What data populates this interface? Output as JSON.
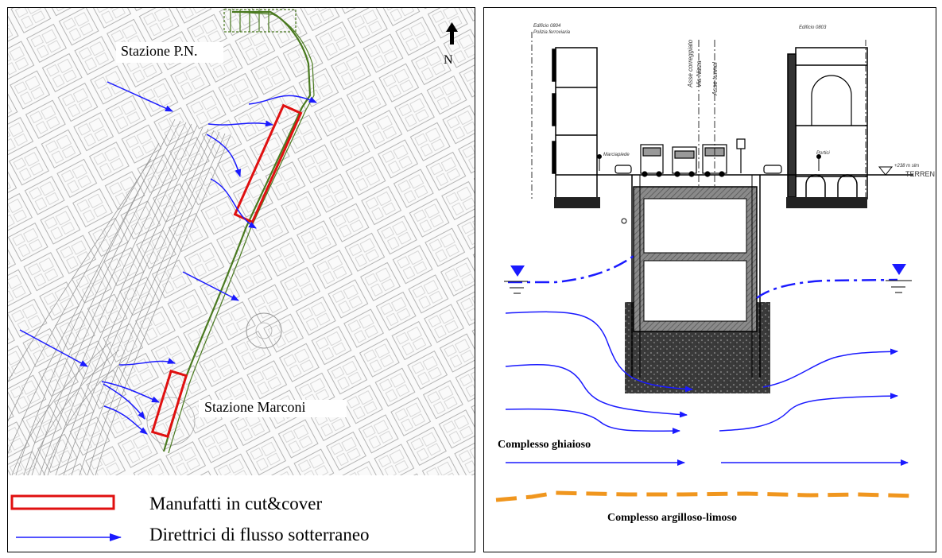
{
  "map": {
    "north_label": "N",
    "station_pn": "Stazione P.N.",
    "station_marconi": "Stazione Marconi"
  },
  "legend": {
    "cut_cover": "Manufatti in cut&cover",
    "flow": "Direttrici di flusso sotterraneo"
  },
  "section": {
    "edificio_left": "Edificio 0804",
    "polizia": "Polizia ferroviaria",
    "edificio_right": "Edificio 0803",
    "asse_corregg": "Asse corregg",
    "asse_corregg_2": "iato",
    "via_nizza": "Via Nizza",
    "asse_tunnel": "Asse tunnel",
    "marciapiede": "Marciapiede",
    "portici": "Portici",
    "elevation": "+238 m slm",
    "terrain": "TERREN",
    "gravel": "Complesso ghiaioso",
    "clay": "Complesso argilloso-limoso"
  },
  "colors": {
    "flow_blue": "#1a1aff",
    "cut_cover_red": "#e01010",
    "tunnel_green": "#4a7a20",
    "clay_orange": "#f0961e"
  }
}
